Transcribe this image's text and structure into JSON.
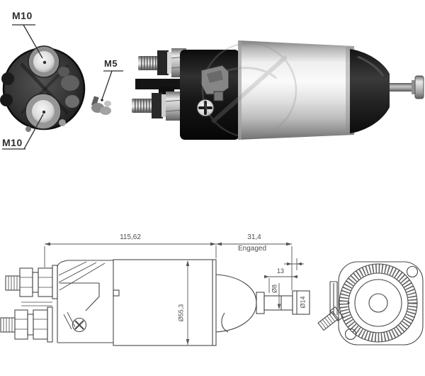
{
  "labels": {
    "m10_top": "M10",
    "m5": "M5",
    "m10_bottom": "M10"
  },
  "dimensions": {
    "overall_length": "115,62",
    "engaged_length": "31,4",
    "engaged_caption": "Engaged",
    "plunger_tip": "13",
    "rod_diameter": "Ø8",
    "tip_diameter": "Ø14",
    "body_diameter": "Ø55,3"
  },
  "colors": {
    "background": "#ffffff",
    "drawing_line": "#474747",
    "dimension_text": "#4d4d4d",
    "photo_label_text": "#2d2d2d"
  }
}
